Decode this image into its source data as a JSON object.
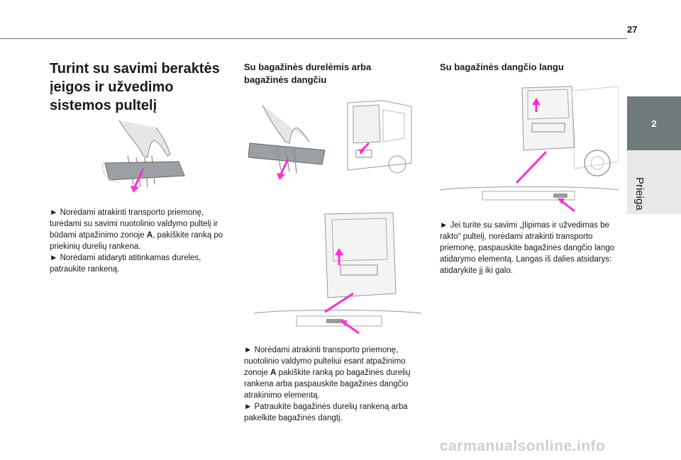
{
  "page": {
    "number": "27"
  },
  "side_tab": {
    "number": "2",
    "label": "Prieiga"
  },
  "col1": {
    "title": "Turint su savimi beraktės įeigos ir užvedimo sistemos pultelį",
    "para1": "► Norėdami atrakinti transporto priemonę, turėdami su savimi nuotolinio valdymo pultelį ir būdami atpažinimo zonoje ",
    "para1_bold": "A",
    "para1_end": ", pakiškite ranką po priekinių durelių rankena.",
    "para2": "► Norėdami atidaryti atitinkamas dureles, patraukite rankeną."
  },
  "col2": {
    "title": "Su bagažinės durelėmis arba bagažinės dangčiu",
    "para1": "► Norėdami atrakinti transporto priemonę, nuotolinio valdymo pulteliui esant atpažinimo zonoje ",
    "para1_bold": "A",
    "para1_end": " pakiškite ranką po bagažinės durelių rankena arba paspauskite bagažinės dangčio atrakinimo elementą.",
    "para2": "► Patraukite bagažinės durelių rankeną arba pakelkite bagažinės dangtį."
  },
  "col3": {
    "title": "Su bagažinės dangčio langu",
    "para1": "► Jei turite su savimi „Įlipimas ir užvedimas be rakto“ pultelį, norėdami atrakinti transporto priemonę, paspauskite bagažinės dangčio lango atidarymo elementą. Langas iš dalies atsidarys: atidarykite jį iki galo."
  },
  "watermark": "carmanualsonline.info",
  "colors": {
    "accent_magenta": "#ff2bd6",
    "tab_gray": "#6e7a7c"
  }
}
